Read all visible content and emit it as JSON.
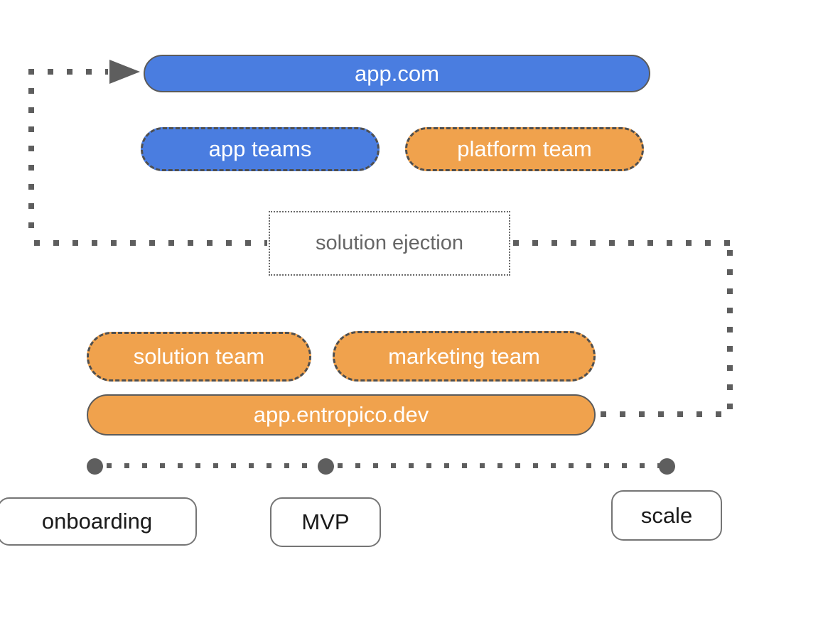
{
  "colors": {
    "blue": "#4a7de0",
    "orange": "#f0a24d",
    "line_gray": "#5e5e5e",
    "text_gray": "#666666",
    "label_black": "#1a1a1a"
  },
  "diagram": {
    "top": {
      "app_com": "app.com",
      "app_teams": "app teams",
      "platform_team": "platform team"
    },
    "middle": {
      "solution_ejection": "solution ejection"
    },
    "bottom": {
      "solution_team": "solution team",
      "marketing_team": "marketing team",
      "app_entropico": "app.entropico.dev"
    },
    "timeline": {
      "milestones": [
        "onboarding",
        "MVP",
        "scale"
      ]
    }
  }
}
